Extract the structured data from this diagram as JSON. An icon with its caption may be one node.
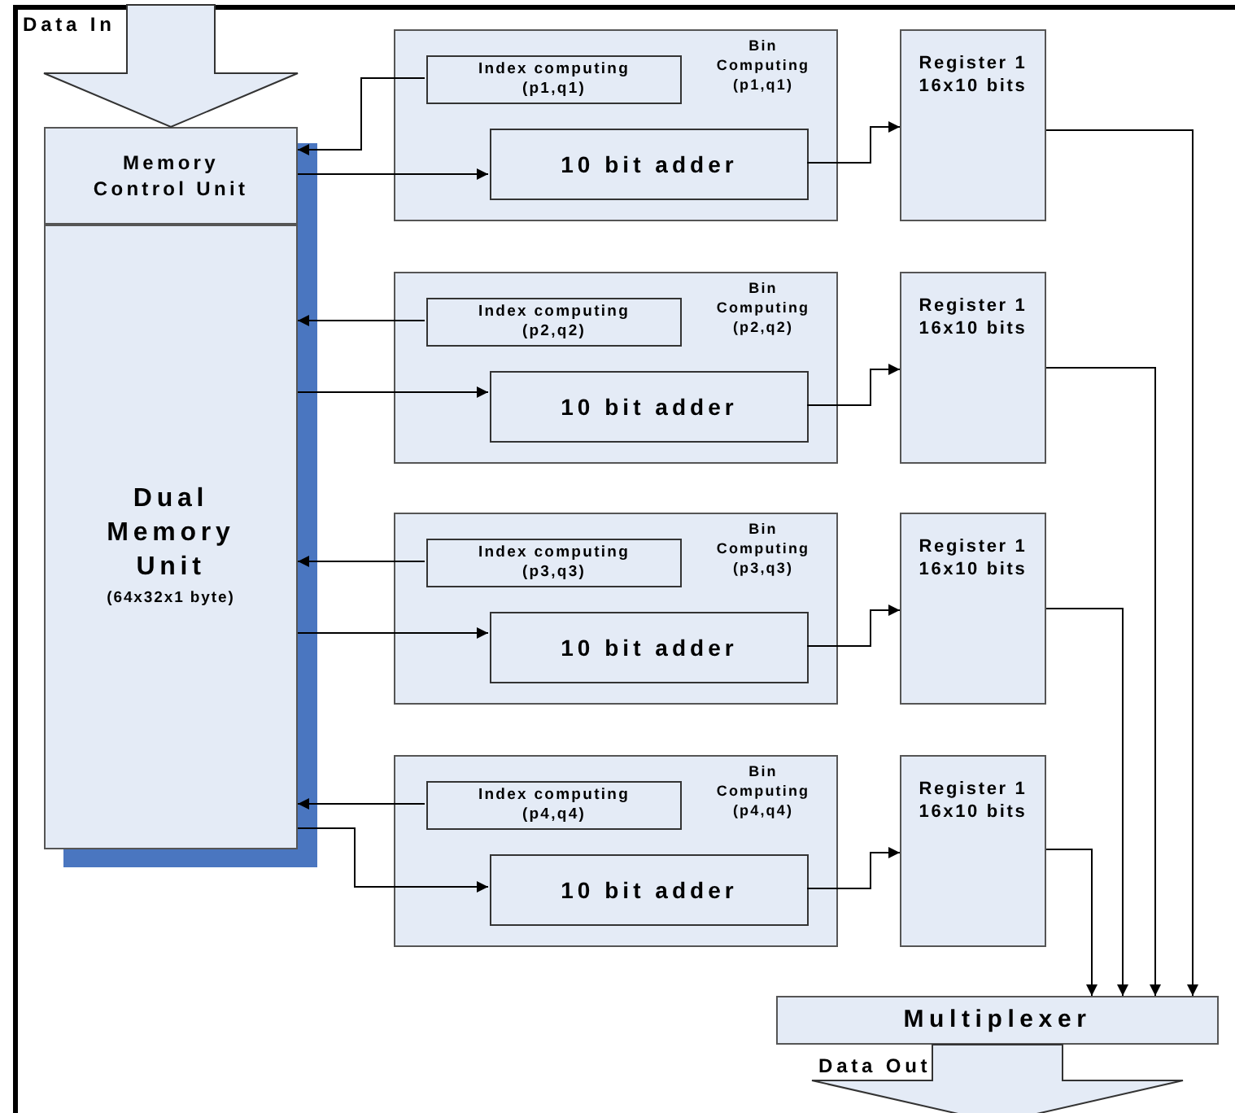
{
  "diagram": {
    "nodes": [
      {
        "text": [
          "Memory Control Unit"
        ]
      },
      {
        "text": [
          "Dual Memory Unit",
          "(64x32x1 byte)"
        ]
      },
      {
        "text": [
          "Bin Computing (p1,q1)"
        ]
      },
      {
        "text": [
          "Index computing (p1,q1)"
        ],
        "in": 2
      },
      {
        "text": [
          "10 bit adder"
        ],
        "in": 2
      },
      {
        "text": [
          "Register 1 16x10 bits"
        ]
      },
      {
        "text": [
          "Bin Computing (p2,q2)"
        ]
      },
      {
        "text": [
          "Index computing (p2,q2)"
        ],
        "in": 6
      },
      {
        "text": [
          "10 bit adder"
        ],
        "in": 6
      },
      {
        "text": [
          "Register 1 16x10 bits"
        ]
      },
      {
        "text": [
          "Bin Computing (p3,q3)"
        ]
      },
      {
        "text": [
          "Index computing (p3,q3)"
        ],
        "in": 10
      },
      {
        "text": [
          "10 bit adder"
        ],
        "in": 10
      },
      {
        "text": [
          "Register 1 16x10 bits"
        ]
      },
      {
        "text": [
          "Bin Computing (p4,q4)"
        ]
      },
      {
        "text": [
          "Index computing (p4,q4)"
        ],
        "in": 14
      },
      {
        "text": [
          "10 bit adder"
        ],
        "in": 14
      },
      {
        "text": [
          "Register 1 16x10 bits"
        ]
      },
      {
        "text": [
          "Multiplexer"
        ]
      }
    ],
    "edges": [
      {
        "from": null,
        "to": 0,
        "arrow": "to",
        "label": "Data In",
        "style": "thick"
      },
      {
        "from": 3,
        "to": 0,
        "arrow": "to"
      },
      {
        "from": 0,
        "to": 4,
        "arrow": "to"
      },
      {
        "from": 4,
        "to": 5,
        "arrow": "to"
      },
      {
        "from": 5,
        "to": 18,
        "arrow": "to"
      },
      {
        "from": 7,
        "to": 1,
        "arrow": "to"
      },
      {
        "from": 1,
        "to": 8,
        "arrow": "to"
      },
      {
        "from": 8,
        "to": 9,
        "arrow": "to"
      },
      {
        "from": 9,
        "to": 18,
        "arrow": "to"
      },
      {
        "from": 11,
        "to": 1,
        "arrow": "to"
      },
      {
        "from": 1,
        "to": 12,
        "arrow": "to"
      },
      {
        "from": 12,
        "to": 13,
        "arrow": "to"
      },
      {
        "from": 13,
        "to": 18,
        "arrow": "to"
      },
      {
        "from": 15,
        "to": 1,
        "arrow": "to"
      },
      {
        "from": 1,
        "to": 16,
        "arrow": "to"
      },
      {
        "from": 16,
        "to": 17,
        "arrow": "to"
      },
      {
        "from": 17,
        "to": 18,
        "arrow": "to"
      },
      {
        "from": 18,
        "to": null,
        "arrow": "to",
        "label": "Data Out",
        "style": "thick"
      }
    ]
  }
}
